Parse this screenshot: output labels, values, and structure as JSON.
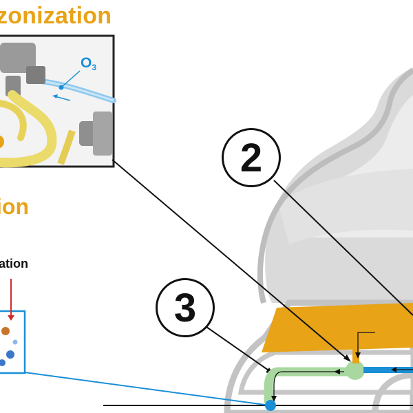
{
  "titles": {
    "ozonization": "zonization",
    "ion": "ion",
    "ation": "ation"
  },
  "labels": {
    "o3": "O",
    "o3_sub": "3"
  },
  "callouts": {
    "two": "2",
    "three": "3"
  },
  "colors": {
    "accent_orange": "#e8a317",
    "flow_blue": "#1a8fd6",
    "flow_green": "#a8d8a0",
    "machine_grey": "#c9c9c9",
    "line_dark": "#111111"
  }
}
